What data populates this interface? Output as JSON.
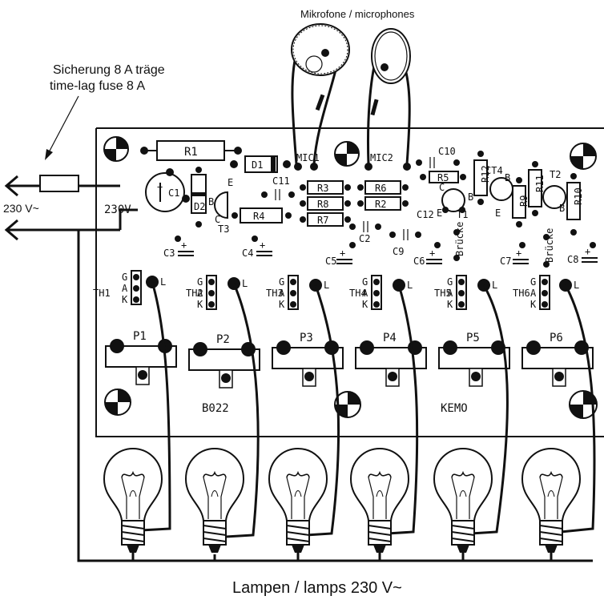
{
  "captions": {
    "microphones": "Mikrofone / microphones",
    "fuse_de": "Sicherung 8 A träge",
    "fuse_en": "time-lag fuse 8 A",
    "mains_in": "230 V~",
    "lamps": "Lampen / lamps 230 V~"
  },
  "board": {
    "voltage_mark": "230V~",
    "code": "B022",
    "brand": "KEMO",
    "bridge_1": "Brücke",
    "bridge_2": "Brücke"
  },
  "components": {
    "R1": "R1",
    "D1": "D1",
    "MIC1": "MIC1",
    "MIC2": "MIC2",
    "C10": "C10",
    "C1": "C1",
    "D2": "D2",
    "C11": "C11",
    "R3": "R3",
    "R6": "R6",
    "R5": "R5",
    "R12": "R12",
    "CT4": "CT4",
    "R11": "R11",
    "T2": "T2",
    "R10": "R10",
    "R8": "R8",
    "R2": "R2",
    "R7": "R7",
    "R4": "R4",
    "T3": "T3",
    "C12": "C12",
    "E1": "E",
    "T1": "T1",
    "R9": "R9",
    "C2": "C2",
    "C9": "C9",
    "C3": "C3",
    "C4": "C4",
    "C5": "C5",
    "C6": "C6",
    "C7": "C7",
    "C8": "C8",
    "P1": "P1",
    "P2": "P2",
    "P3": "P3",
    "P4": "P4",
    "P5": "P5",
    "P6": "P6",
    "TH1": "TH1",
    "TH2": "TH2",
    "TH3": "TH3",
    "TH4": "TH4",
    "TH5": "TH5",
    "TH6": "TH6",
    "pin_G": "G",
    "pin_A": "A",
    "pin_K": "K",
    "pin_L": "L",
    "pin_B": "B",
    "pin_C": "C",
    "pin_E": "E"
  }
}
